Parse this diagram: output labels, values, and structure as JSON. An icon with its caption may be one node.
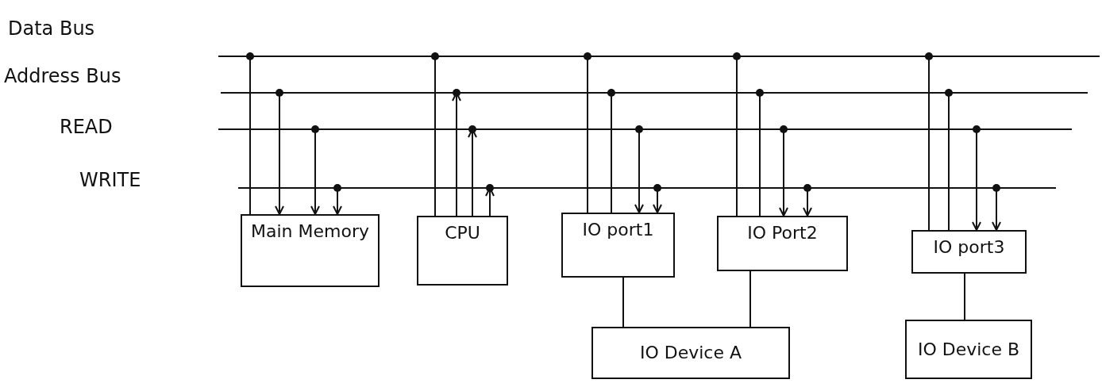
{
  "diagram": {
    "nodes": [
      {
        "text": [],
        "shape": "bar"
      },
      {
        "text": [],
        "shape": "bar"
      },
      {
        "text": [],
        "shape": "bar"
      },
      {
        "text": [],
        "shape": "bar"
      },
      {
        "text": [
          "Main Memory"
        ]
      },
      {
        "text": [
          "CPU"
        ]
      },
      {
        "text": [
          "IO port1"
        ]
      },
      {
        "text": [
          "IO Port2"
        ]
      },
      {
        "text": [
          "IO port3"
        ]
      },
      {
        "text": [
          "IO Device A"
        ]
      },
      {
        "text": [
          "IO Device B"
        ]
      }
    ],
    "edges": [
      {
        "from": 0,
        "to": 4,
        "arrow": "other"
      },
      {
        "from": 1,
        "to": 4,
        "arrow": "to"
      },
      {
        "from": 2,
        "to": 4,
        "arrow": "to"
      },
      {
        "from": 3,
        "to": 4,
        "arrow": "to"
      },
      {
        "from": 0,
        "to": 5,
        "arrow": "other"
      },
      {
        "from": 5,
        "to": 1,
        "arrow": "to"
      },
      {
        "from": 5,
        "to": 2,
        "arrow": "to"
      },
      {
        "from": 5,
        "to": 3,
        "arrow": "to"
      },
      {
        "from": 0,
        "to": 6,
        "arrow": "other"
      },
      {
        "from": 1,
        "to": 6,
        "arrow": "other"
      },
      {
        "from": 2,
        "to": 6,
        "arrow": "to"
      },
      {
        "from": 3,
        "to": 6,
        "arrow": "to"
      },
      {
        "from": 0,
        "to": 7,
        "arrow": "other"
      },
      {
        "from": 1,
        "to": 7,
        "arrow": "other"
      },
      {
        "from": 2,
        "to": 7,
        "arrow": "to"
      },
      {
        "from": 3,
        "to": 7,
        "arrow": "to"
      },
      {
        "from": 0,
        "to": 8,
        "arrow": "other"
      },
      {
        "from": 1,
        "to": 8,
        "arrow": "other"
      },
      {
        "from": 2,
        "to": 8,
        "arrow": "to"
      },
      {
        "from": 3,
        "to": 8,
        "arrow": "to"
      },
      {
        "from": 6,
        "to": 9,
        "arrow": "none"
      },
      {
        "from": 7,
        "to": 9,
        "arrow": "none"
      },
      {
        "from": 8,
        "to": 10,
        "arrow": "none"
      }
    ],
    "labels": [
      "Data Bus",
      "Address Bus",
      "READ",
      "WRITE"
    ]
  }
}
